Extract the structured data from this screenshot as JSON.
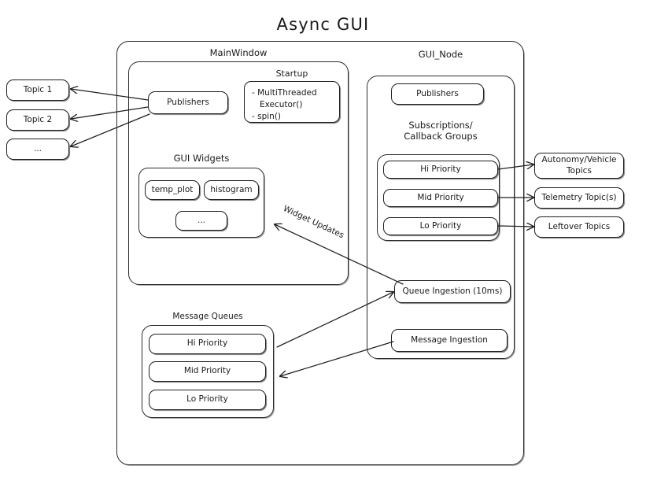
{
  "diagram": {
    "title": "Async  GUI",
    "type": "architecture-block-diagram"
  },
  "external_topics_left": {
    "items": [
      {
        "label": "Topic 1"
      },
      {
        "label": "Topic 2"
      },
      {
        "label": "..."
      }
    ]
  },
  "external_topics_right": {
    "items": [
      {
        "label": "Autonomy/Vehicle\nTopics"
      },
      {
        "label": "Telemetry Topic(s)"
      },
      {
        "label": "Leftover Topics"
      }
    ]
  },
  "main_window": {
    "title": "MainWindow",
    "publishers": {
      "label": "Publishers"
    },
    "startup": {
      "title": "Startup",
      "body": "- MultiThreaded\n   Executor()\n- spin()"
    },
    "gui_widgets": {
      "title": "GUI Widgets",
      "items": [
        {
          "label": "temp_plot"
        },
        {
          "label": "histogram"
        },
        {
          "label": "..."
        }
      ]
    },
    "message_queues": {
      "title": "Message Queues",
      "items": [
        {
          "label": "Hi Priority"
        },
        {
          "label": "Mid Priority"
        },
        {
          "label": "Lo Priority"
        }
      ]
    }
  },
  "gui_node": {
    "title": "GUI_Node",
    "publishers": {
      "label": "Publishers"
    },
    "subscriptions": {
      "title": "Subscriptions/\nCallback Groups",
      "items": [
        {
          "label": "Hi Priority"
        },
        {
          "label": "Mid Priority"
        },
        {
          "label": "Lo Priority"
        }
      ]
    },
    "queue_ingestion": {
      "label": "Queue Ingestion (10ms)"
    },
    "message_ingestion": {
      "label": "Message Ingestion"
    }
  },
  "edges": {
    "widget_updates_label": "Widget Updates"
  },
  "colors": {
    "background": "#ffffff",
    "stroke": "#1f1f1f",
    "text": "#1a1a1a"
  }
}
